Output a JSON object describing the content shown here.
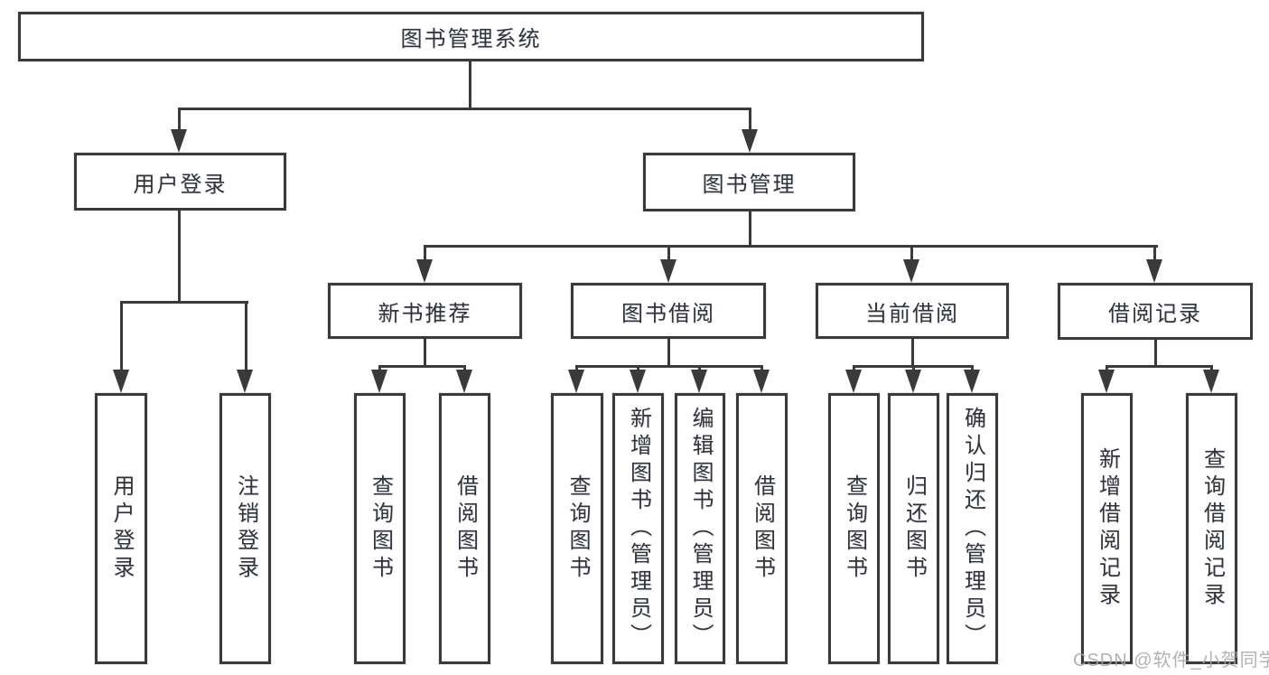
{
  "diagram": {
    "root": {
      "label": "图书管理系统"
    },
    "branches": [
      {
        "label": "用户登录",
        "children": [
          {
            "label": "用户登录"
          },
          {
            "label": "注销登录"
          }
        ]
      },
      {
        "label": "图书管理",
        "children": [
          {
            "label": "新书推荐",
            "children": [
              {
                "label": "查询图书"
              },
              {
                "label": "借阅图书"
              }
            ]
          },
          {
            "label": "图书借阅",
            "children": [
              {
                "label": "查询图书"
              },
              {
                "label": "新增图书（管理员）"
              },
              {
                "label": "编辑图书（管理员）"
              },
              {
                "label": "借阅图书"
              }
            ]
          },
          {
            "label": "当前借阅",
            "children": [
              {
                "label": "查询图书"
              },
              {
                "label": "归还图书"
              },
              {
                "label": "确认归还（管理员）"
              }
            ]
          },
          {
            "label": "借阅记录",
            "children": [
              {
                "label": "新增借阅记录"
              },
              {
                "label": "查询借阅记录"
              }
            ]
          }
        ]
      }
    ]
  },
  "watermark": {
    "text": "CSDN @软件_小贺同学"
  },
  "colors": {
    "line": "#3a3a3a",
    "text": "#333333",
    "watermark": "#a5a5a5",
    "background": "#ffffff"
  }
}
